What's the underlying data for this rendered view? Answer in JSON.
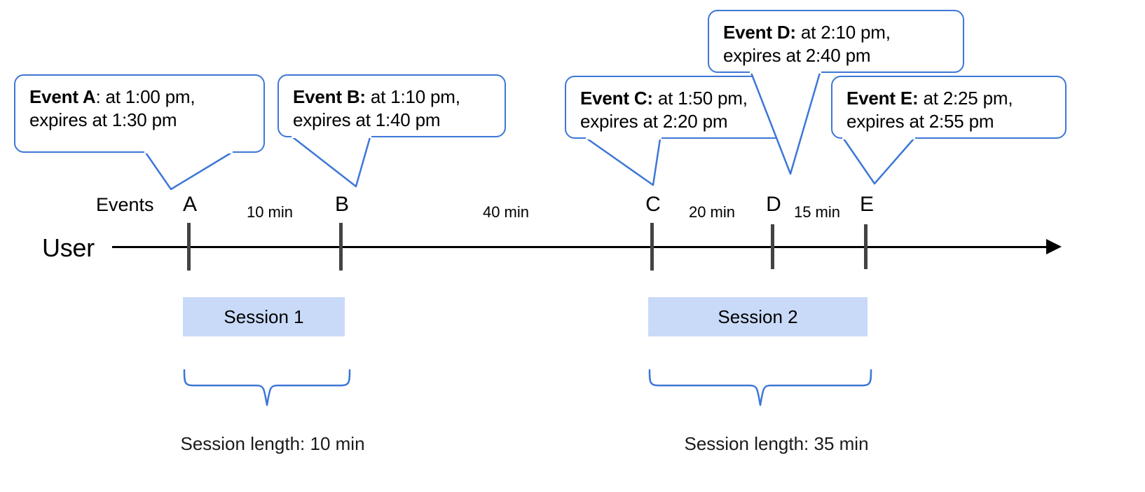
{
  "diagram": {
    "lane_label": "User",
    "events_row_label": "Events",
    "axis": {
      "arrow_direction": "right",
      "color": "#000000"
    },
    "accent_color": "#3d77d6",
    "session_bar_color": "#c9daf8",
    "marker_color": "#434343"
  },
  "callouts": [
    {
      "id": "A",
      "title": "Event A",
      "separator": ":",
      "line1_rest": " at 1:00 pm,",
      "line2": "expires at 1:30 pm",
      "event_time": "1:00 pm",
      "expiry_time": "1:30 pm"
    },
    {
      "id": "B",
      "title": "Event B:",
      "separator": "",
      "line1_rest": " at 1:10 pm,",
      "line2": "expires at 1:40 pm",
      "event_time": "1:10 pm",
      "expiry_time": "1:40 pm"
    },
    {
      "id": "C",
      "title": "Event C:",
      "separator": "",
      "line1_rest": " at 1:50 pm,",
      "line2": "expires at 2:20 pm",
      "event_time": "1:50 pm",
      "expiry_time": "2:20 pm"
    },
    {
      "id": "D",
      "title": "Event D:",
      "separator": "",
      "line1_rest": " at 2:10 pm,",
      "line2": "expires at 2:40 pm",
      "event_time": "2:10 pm",
      "expiry_time": "2:40 pm"
    },
    {
      "id": "E",
      "title": "Event E:",
      "separator": "",
      "line1_rest": " at 2:25 pm,",
      "line2": "expires at 2:55 pm",
      "event_time": "2:25 pm",
      "expiry_time": "2:55 pm"
    }
  ],
  "markers": [
    {
      "letter": "A"
    },
    {
      "letter": "B"
    },
    {
      "letter": "C"
    },
    {
      "letter": "D"
    },
    {
      "letter": "E"
    }
  ],
  "gaps": [
    {
      "label": "10 min",
      "from": "A",
      "to": "B"
    },
    {
      "label": "40 min",
      "from": "B",
      "to": "C"
    },
    {
      "label": "20 min",
      "from": "C",
      "to": "D"
    },
    {
      "label": "15 min",
      "from": "D",
      "to": "E"
    }
  ],
  "sessions": [
    {
      "label": "Session 1",
      "caption": "Session length: 10 min",
      "length": "10 min"
    },
    {
      "label": "Session 2",
      "caption": "Session length: 35 min",
      "length": "35 min"
    }
  ]
}
